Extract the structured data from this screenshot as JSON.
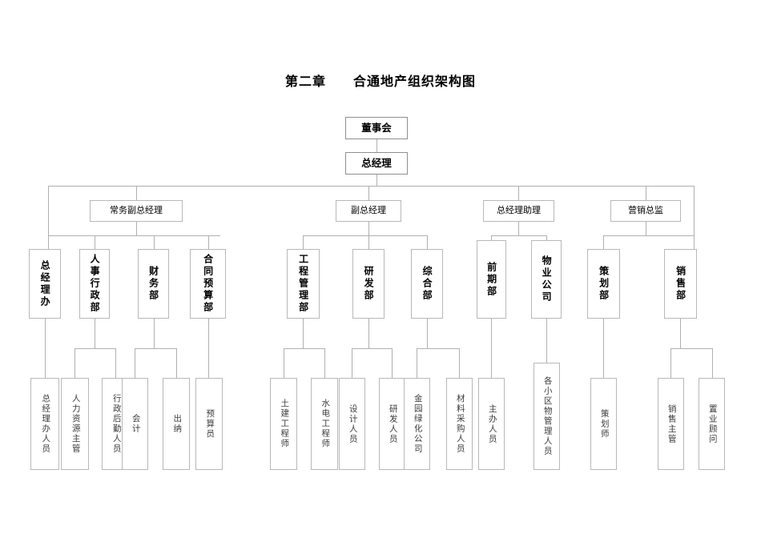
{
  "document": {
    "title_chapter": "第二章",
    "title_main": "合通地产组织架构图"
  },
  "org_chart": {
    "type": "organization-hierarchy",
    "levels": 5,
    "line_color": "#b0b0b0",
    "box_border_color": "#b8b8b8",
    "nodes": {
      "root": {
        "label": "董事会"
      },
      "gm": {
        "label": "总经理"
      },
      "l2": [
        {
          "label": "常务副总经理"
        },
        {
          "label": "副总经理"
        },
        {
          "label": "总经理助理"
        },
        {
          "label": "营销总监"
        }
      ],
      "l3": [
        {
          "label": "总经理办"
        },
        {
          "label": "人事行政部"
        },
        {
          "label": "财务部"
        },
        {
          "label": "合同预算部"
        },
        {
          "label": "工程管理部"
        },
        {
          "label": "研发部"
        },
        {
          "label": "综合部"
        },
        {
          "label": "前期部"
        },
        {
          "label": "物业公司"
        },
        {
          "label": "策划部"
        },
        {
          "label": "销售部"
        }
      ],
      "l4": [
        {
          "label": "总经理办人员"
        },
        {
          "label": "人力资源主管"
        },
        {
          "label": "行政后勤人员"
        },
        {
          "label": "会计"
        },
        {
          "label": "出纳"
        },
        {
          "label": "预算员"
        },
        {
          "label": "土建工程师"
        },
        {
          "label": "水电工程师"
        },
        {
          "label": "设计人员"
        },
        {
          "label": "研发人员"
        },
        {
          "label": "金园绿化公司"
        },
        {
          "label": "材料采购人员"
        },
        {
          "label": "主办人员"
        },
        {
          "label": "各小区物管理人员"
        },
        {
          "label": "策划师"
        },
        {
          "label": "销售主管"
        },
        {
          "label": "置业顾问"
        }
      ]
    }
  }
}
